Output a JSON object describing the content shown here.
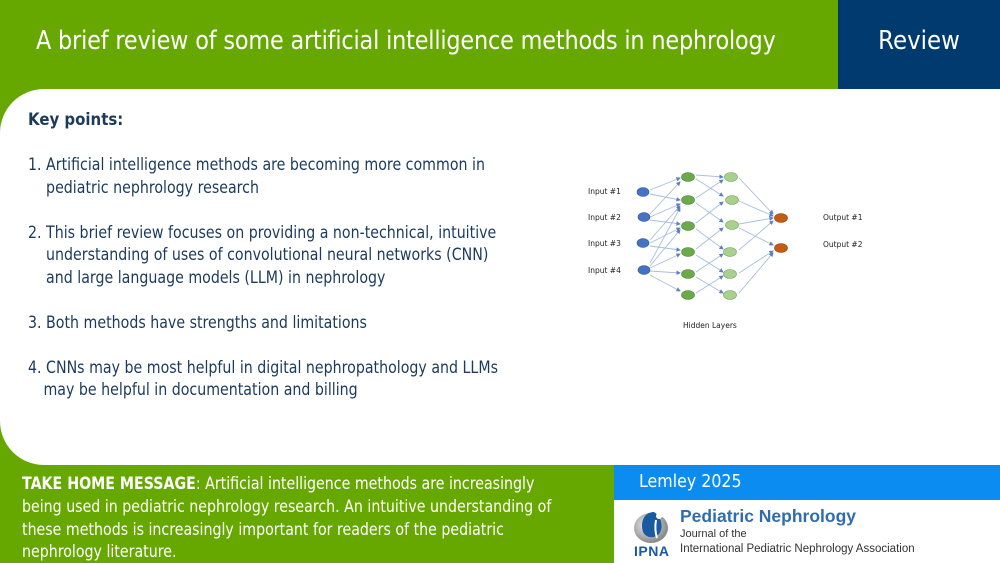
{
  "header": {
    "title": "A brief review of some artificial intelligence methods in nephrology",
    "article_type": "Review",
    "colors": {
      "band": "#66a800",
      "type_box": "#003a6e"
    }
  },
  "key_points": {
    "heading": "Key points:",
    "items": [
      {
        "line1": "1. Artificial intelligence methods are becoming more common in",
        "line2": "pediatric nephrology research"
      },
      {
        "line1": "2. This brief review focuses on providing a non-technical, intuitive",
        "line2": "understanding of uses of convolutional neural networks (CNN)",
        "line3": "and large language models (LLM) in nephrology"
      },
      {
        "line1": "3. Both methods have strengths and limitations"
      },
      {
        "line1": "4. CNNs may be most helpful in digital nephropathology and LLMs",
        "line2": "may be helpful in documentation and billing"
      }
    ]
  },
  "figure": {
    "inputs": [
      "Input #1",
      "Input #2",
      "Input #3",
      "Input #4"
    ],
    "outputs": [
      "Output #1",
      "Output #2"
    ],
    "hidden_label": "Hidden Layers",
    "colors": {
      "input": "#4472c4",
      "hidden1": "#6aaa4a",
      "hidden2": "#a9d18e",
      "output": "#c55a11",
      "edge": "#9db3d8"
    }
  },
  "take_home": {
    "label": "TAKE HOME MESSAGE",
    "lines": [
      ": Artificial intelligence methods are increasingly",
      "being used in pediatric nephrology research. An intuitive understanding of",
      "these methods is increasingly important for readers of the pediatric",
      "nephrology literature."
    ]
  },
  "citation": {
    "author_year": "Lemley 2025",
    "journal_name": "Pediatric Nephrology",
    "journal_sub1": "Journal of the",
    "journal_sub2": "International Pediatric Nephrology Association",
    "logo_text": "IPNA"
  }
}
